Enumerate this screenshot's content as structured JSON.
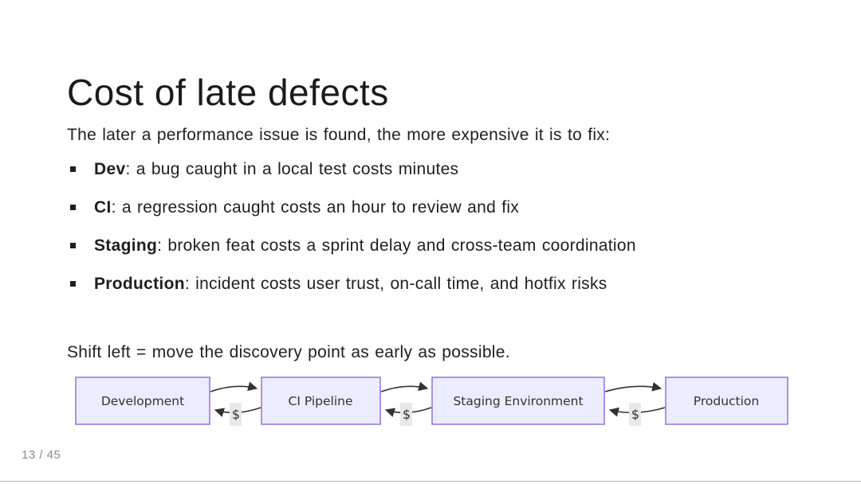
{
  "slide": {
    "title": "Cost of late defects",
    "intro": "The later a performance issue is found, the more expensive it is to fix:",
    "bullets": [
      {
        "term": "Dev",
        "rest": ": a bug caught in a local test costs minutes"
      },
      {
        "term": "CI",
        "rest": ": a regression caught costs an hour to review and fix"
      },
      {
        "term": "Staging",
        "rest": ": broken feat costs a sprint delay and cross-team coordination"
      },
      {
        "term": "Production",
        "rest": ": incident costs user trust, on-call time, and hotfix risks"
      }
    ],
    "summary": "Shift left = move the discovery point as early as possible.",
    "page_number": "13 / 45"
  },
  "diagram": {
    "type": "flowchart",
    "nodes": [
      {
        "label": "Development"
      },
      {
        "label": "CI Pipeline"
      },
      {
        "label": "Staging Environment"
      },
      {
        "label": "Production"
      }
    ],
    "back_edge_label": "$",
    "colors": {
      "node_fill": "#ECECFF",
      "node_border": "#9370DB",
      "edge": "#333333",
      "edge_label_bg": "#E8E8E8"
    }
  }
}
